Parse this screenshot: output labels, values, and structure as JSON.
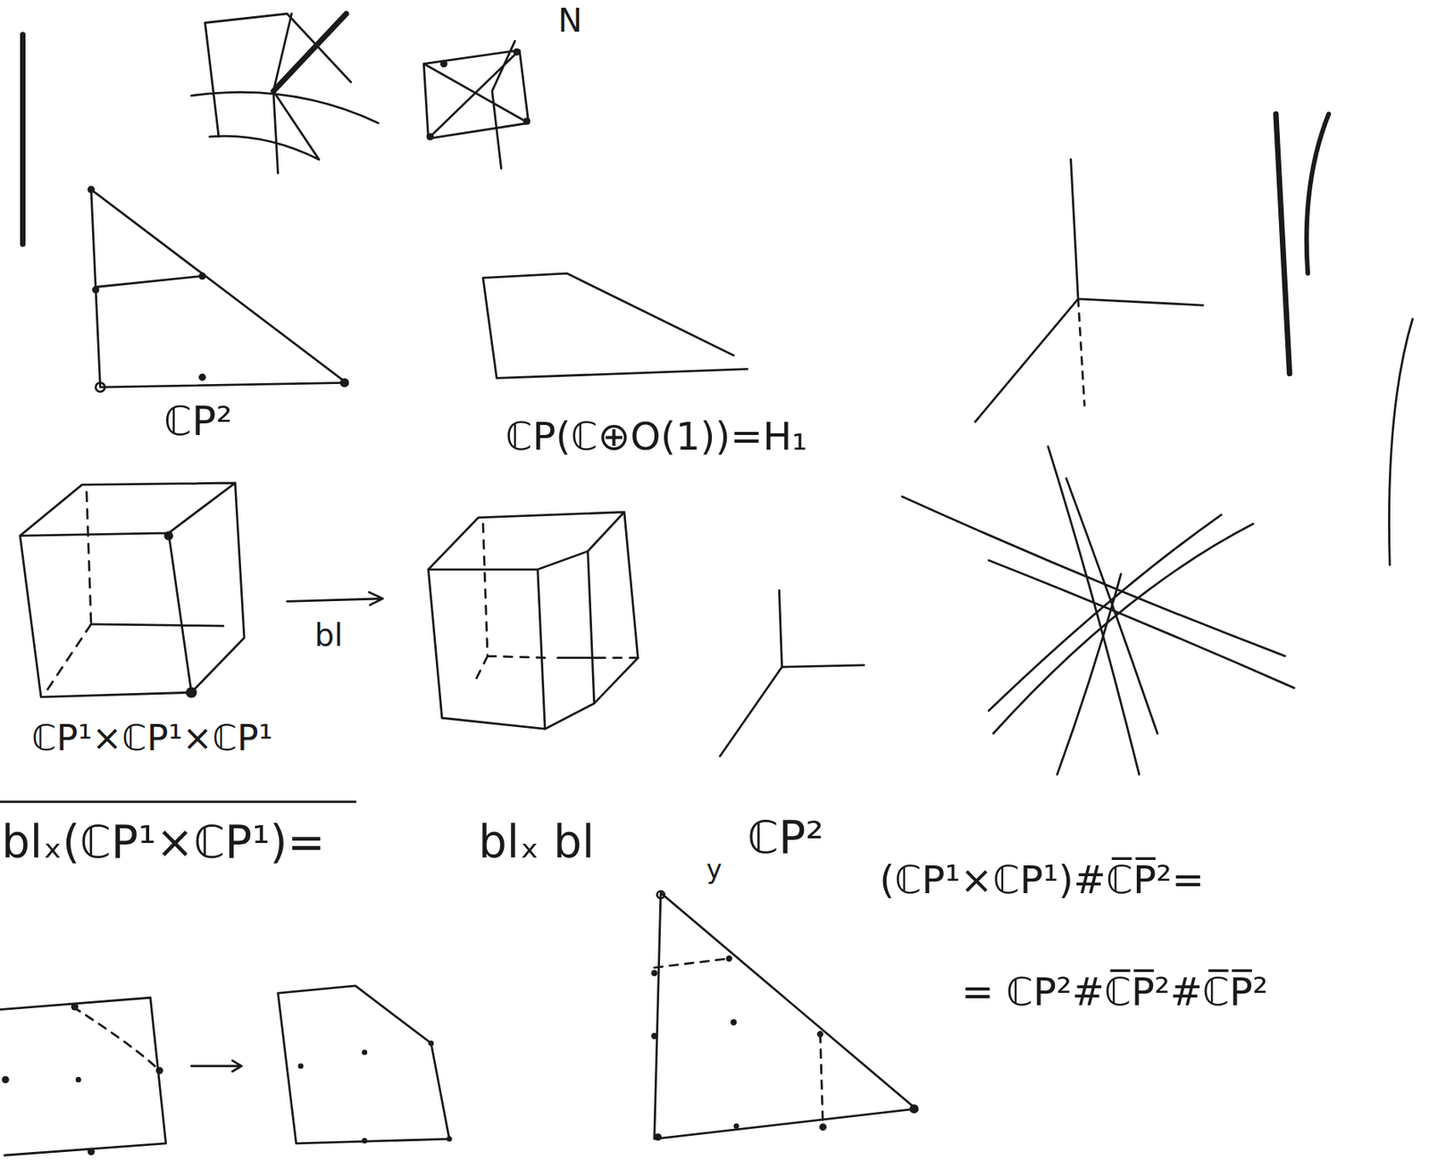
{
  "diagram": {
    "labels": [
      "N",
      "ℂP²",
      "ℂP(ℂ⊕O(1))=H₁",
      "bl",
      "ℂP¹×ℂP¹×ℂP¹",
      "blₓ(ℂP¹×ℂP¹)=",
      "blₓ bl",
      "y",
      "ℂP²",
      "(ℂP¹×ℂP¹)#ℂ̅P̅²=",
      "= ℂP²#ℂ̅P̅²#ℂ̅P̅²"
    ]
  }
}
